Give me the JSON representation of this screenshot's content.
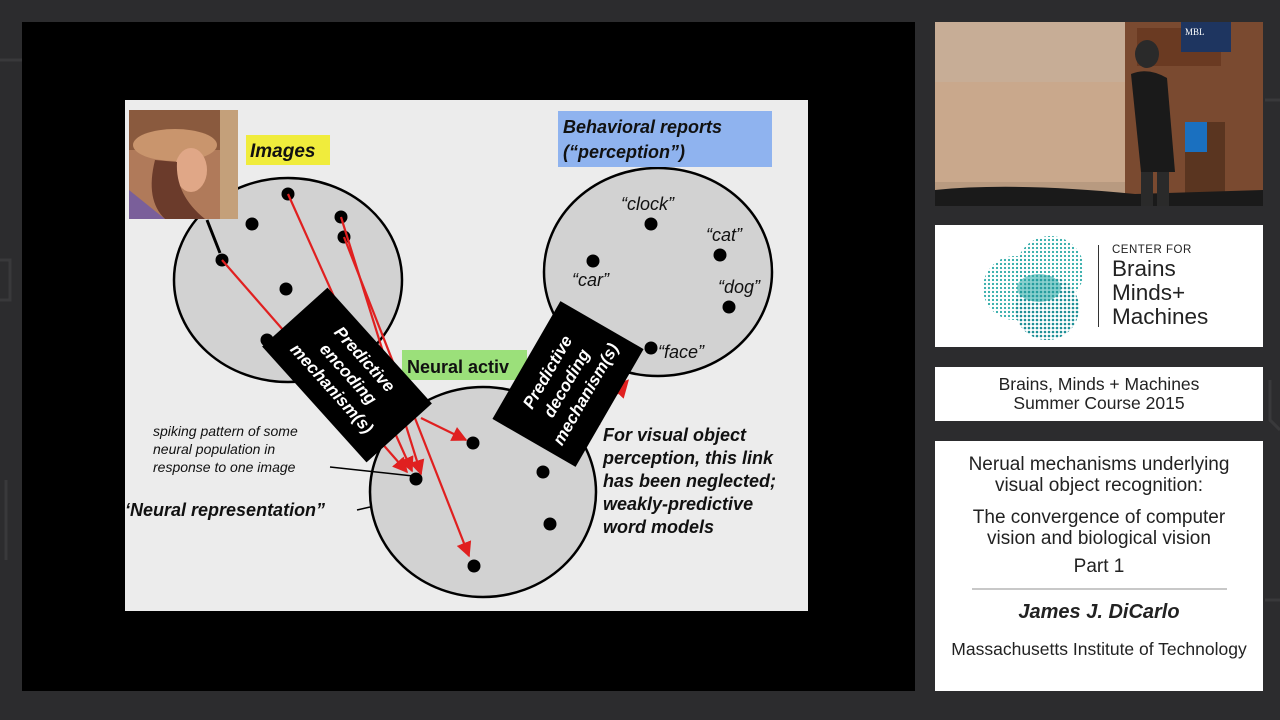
{
  "slide": {
    "images_label": "Images",
    "behavioral_label_1": "Behavioral reports",
    "behavioral_label_2": "(“perception”)",
    "neural_activity_label": "Neural activ",
    "encoding_1": "Predictive",
    "encoding_2": "encoding",
    "encoding_3": "mechanism(s)",
    "decoding_1": "Predictive",
    "decoding_2": "decoding",
    "decoding_3": "mechanism(s)",
    "word_clock": "“clock”",
    "word_cat": "“cat”",
    "word_car": "“car”",
    "word_dog": "“dog”",
    "word_face": "“face”",
    "spiking_1": "spiking pattern of some",
    "spiking_2": "neural population in",
    "spiking_3": "response to one image",
    "neural_rep": "‘Neural representation”",
    "note_1": "For visual object",
    "note_2": "perception, this link",
    "note_3": "has been neglected;",
    "note_4": "weakly-predictive",
    "note_5": "word models"
  },
  "logo": {
    "center_for": "CENTER FOR",
    "line1": "Brains",
    "line2": "Minds+",
    "line3": "Machines"
  },
  "course": {
    "line1": "Brains, Minds + Machines",
    "line2": "Summer Course 2015"
  },
  "talk": {
    "title_1": "Nerual mechanisms underlying",
    "title_2": "visual object recognition:",
    "subtitle_1": "The convergence of computer",
    "subtitle_2": "vision and biological vision",
    "part": "Part 1",
    "speaker": "James J. DiCarlo",
    "affiliation": "Massachusetts Institute of Technology"
  },
  "camera": {
    "sign": "MBL"
  },
  "colors": {
    "background": "#2c2c2e",
    "label_yellow": "#f0ec3c",
    "label_green": "#9be07a",
    "label_blue": "#8fb3ef",
    "arrow_red": "#e02020",
    "logo_teal": "#2aa9a6"
  }
}
